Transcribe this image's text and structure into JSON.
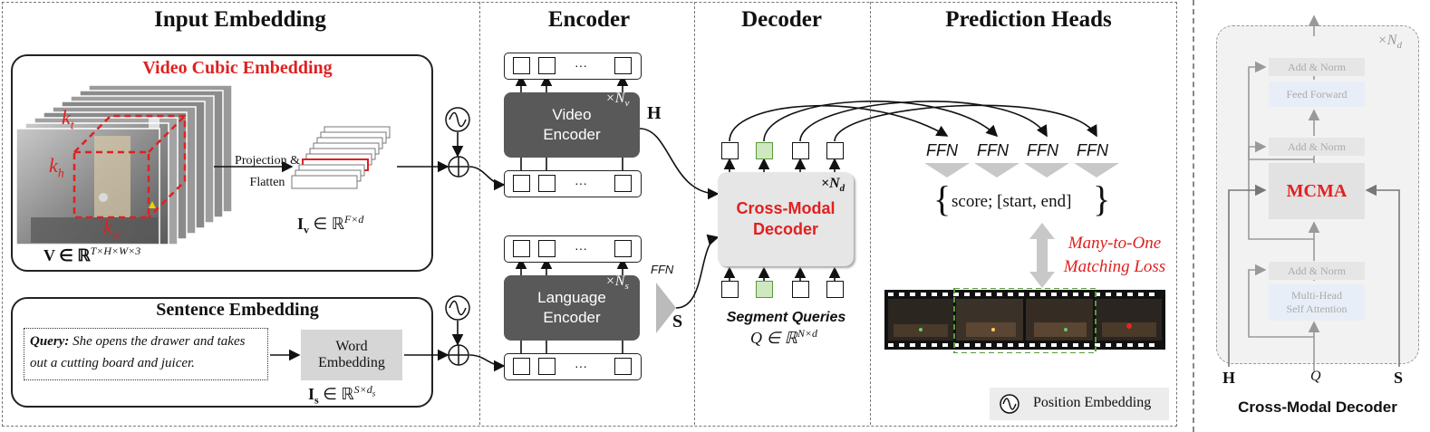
{
  "sections": {
    "input_embedding": "Input Embedding",
    "encoder": "Encoder",
    "decoder": "Decoder",
    "prediction_heads": "Prediction Heads"
  },
  "video_panel": {
    "title": "Video Cubic Embedding",
    "k_t": "k",
    "k_t_sub": "t",
    "k_h": "k",
    "k_h_sub": "h",
    "k_w": "k",
    "k_w_sub": "w",
    "proj_line1": "Projection &",
    "proj_line2": "Flatten",
    "v_formula": "V ∈ ℝ",
    "v_sup": "T×H×W×3",
    "iv_formula": "I",
    "iv_sub": "v",
    "iv_rest": " ∈ ℝ",
    "iv_sup": "F×d"
  },
  "sentence_panel": {
    "title": "Sentence Embedding",
    "query_label": "Query:",
    "query_text": " She opens the drawer and takes out a cutting board and juicer.",
    "word_line1": "Word",
    "word_line2": "Embedding",
    "is_formula": "I",
    "is_sub": "s",
    "is_rest": " ∈ ℝ",
    "is_sup": "S×d",
    "is_sup_sub": "s"
  },
  "encoder": {
    "video_line1": "Video",
    "video_line2": "Encoder",
    "lang_line1": "Language",
    "lang_line2": "Encoder",
    "nv": "×N",
    "nv_sub": "v",
    "ns": "×N",
    "ns_sub": "s",
    "h_label": "H",
    "s_label": "S",
    "ffn_label": "FFN",
    "dots": "···"
  },
  "decoder": {
    "cmd_line1": "Cross-Modal",
    "cmd_line2": "Decoder",
    "nd": "×N",
    "nd_sub": "d",
    "seg_queries": "Segment Queries",
    "q_formula": "Q ∈ ℝ",
    "q_sup": "N×d"
  },
  "prediction": {
    "ffn": [
      "FFN",
      "FFN",
      "FFN",
      "FFN"
    ],
    "output": "score; [start, end]",
    "loss_line1": "Many-to-One",
    "loss_line2": "Matching Loss",
    "legend": "Position Embedding"
  },
  "right_panel": {
    "nd": "×N",
    "nd_sub": "d",
    "add_norm": "Add & Norm",
    "feed_forward": "Feed Forward",
    "mcma": "MCMA",
    "mhsa_line1": "Multi-Head",
    "mhsa_line2": "Self Attention",
    "h": "H",
    "q": "Q",
    "s": "S",
    "caption": "Cross-Modal Decoder"
  },
  "colors": {
    "accent_red": "#e02020",
    "dark_block": "#595959",
    "light_block": "#e6e6e6",
    "query_green": "#cfe8bf",
    "match_green": "#5a9a3a"
  }
}
